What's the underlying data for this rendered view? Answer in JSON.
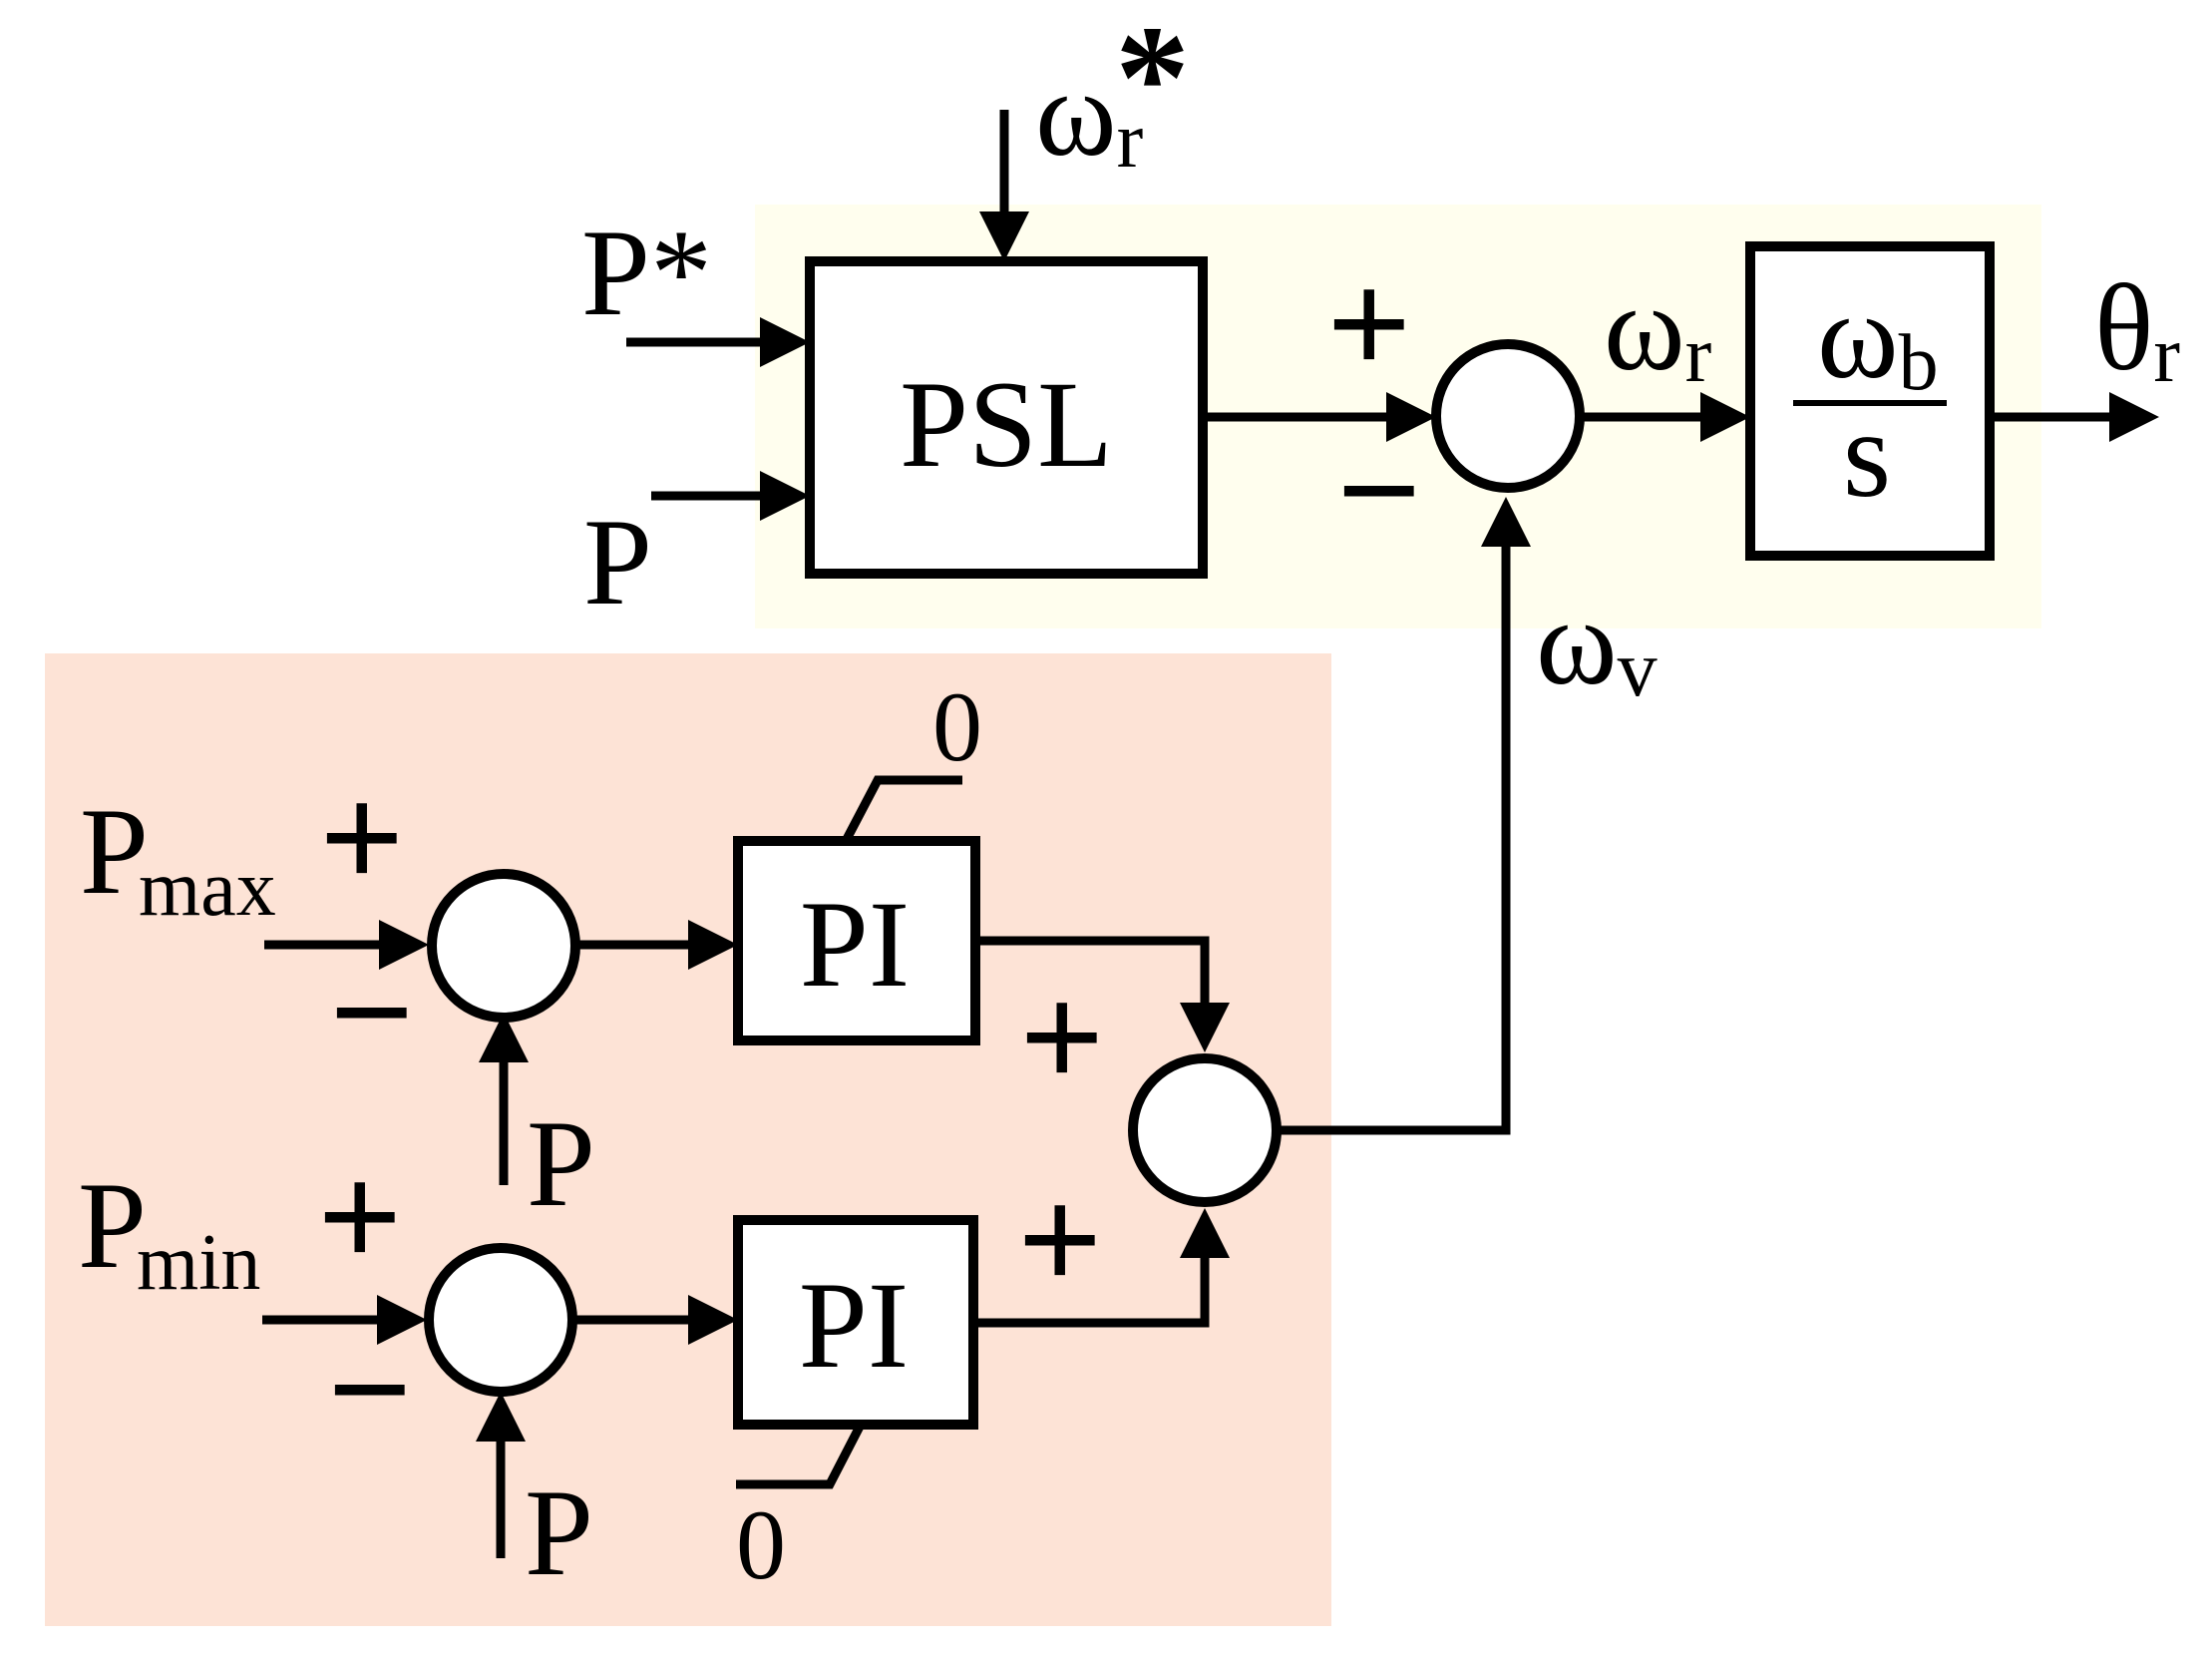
{
  "colors": {
    "outer_loop_region": "#fffeee",
    "inner_limit_region": "#fde3d6",
    "line": "#000000"
  },
  "blocks": {
    "psl": "PSL",
    "pi_max": "PI",
    "pi_min": "PI",
    "integrator_num": "ω",
    "integrator_num_sub": "b",
    "integrator_den": "s"
  },
  "signals": {
    "omega_r_star": "ω",
    "omega_r_star_sub": "r",
    "omega_r_star_sup": "*",
    "p_star": "P*",
    "p_top": "P",
    "omega_r": "ω",
    "omega_r_sub": "r",
    "theta_r": "θ",
    "theta_r_sub": "r",
    "omega_v": "ω",
    "omega_v_sub": "v",
    "p_max": "P",
    "p_max_sub": "max",
    "p_min": "P",
    "p_min_sub": "min",
    "p_feedback_upper": "P",
    "p_feedback_lower": "P",
    "limit_upper": "0",
    "limit_lower": "0"
  },
  "signs": {
    "top_sum_plus": "+",
    "top_sum_minus": "−",
    "max_sum_plus": "+",
    "max_sum_minus": "−",
    "min_sum_plus": "+",
    "min_sum_minus": "−",
    "merge_sum_plus_upper": "+",
    "merge_sum_plus_lower": "+"
  }
}
